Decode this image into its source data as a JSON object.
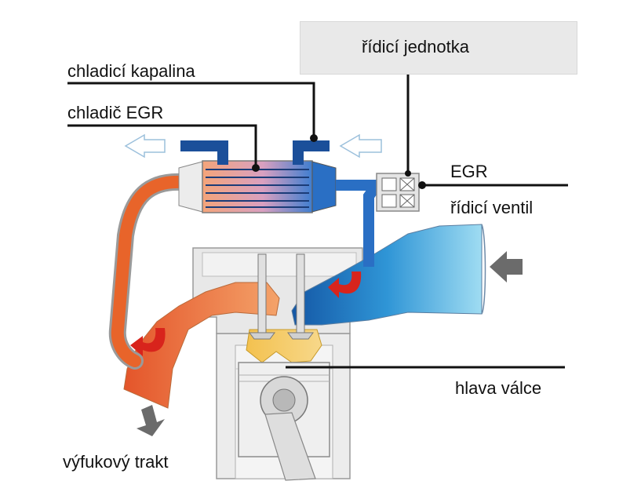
{
  "labels": {
    "control_unit": "řídicí jednotka",
    "coolant": "chladicí kapalina",
    "egr_cooler": "chladič EGR",
    "egr_line1": "EGR",
    "egr_line2": "řídicí ventil",
    "cylinder_head": "hlava válce",
    "exhaust": "výfukový trakt"
  },
  "colors": {
    "hot_gas": "#e8642a",
    "hot_gas_light": "#f7a86a",
    "cool_gas": "#1d6fb8",
    "cool_gas_light": "#8fd3f0",
    "coolant_pipe": "#1b4f9a",
    "engine_body": "#e6e6e6",
    "leader_line": "#111111",
    "arrow_grey": "#666666"
  }
}
